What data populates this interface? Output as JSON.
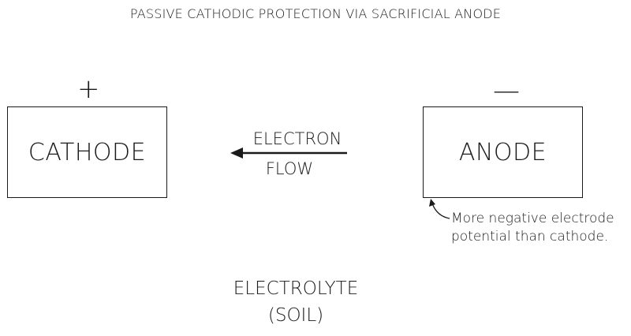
{
  "title": "PASSIVE CATHODIC PROTECTION VIA SACRIFICIAL ANODE",
  "cathode": {
    "sign": "+",
    "label": "CATHODE"
  },
  "anode": {
    "sign": "—",
    "label": "ANODE",
    "note_line1": "More negative electrode",
    "note_line2": "potential than cathode."
  },
  "electron_flow": {
    "line1": "ELECTRON",
    "line2": "FLOW",
    "direction_icon": "arrow-left-icon"
  },
  "electrolyte": {
    "line1": "ELECTROLYTE",
    "line2": "(SOIL)"
  }
}
